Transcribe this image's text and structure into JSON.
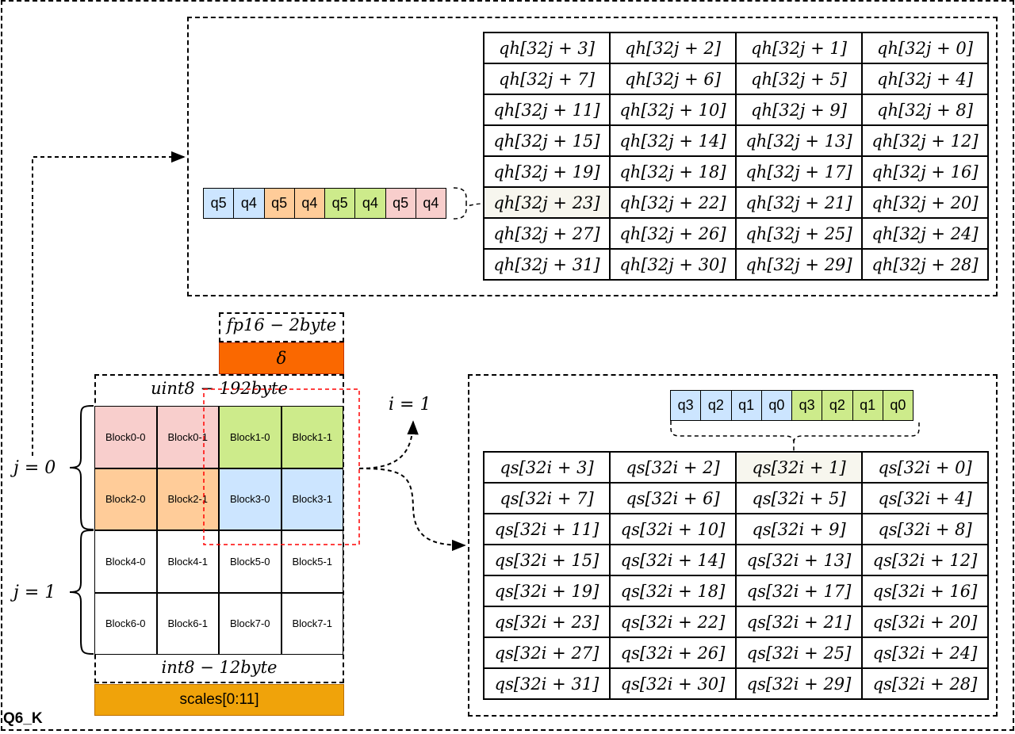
{
  "title": "Q6_K",
  "delta": {
    "type_label": "fp16 − 2byte",
    "symbol": "δ",
    "color": "#fa6800"
  },
  "quants": {
    "type_label": "uint8 − 192byte"
  },
  "scales": {
    "type_label": "int8 − 12byte",
    "label": "scales[0:11]",
    "color": "#f0a30a"
  },
  "j_labels": [
    "j = 0",
    "j = 1"
  ],
  "i_label": "i = 1",
  "blocks": [
    {
      "label": "Block0-0",
      "color": "#f8cecc"
    },
    {
      "label": "Block0-1",
      "color": "#f8cecc"
    },
    {
      "label": "Block1-0",
      "color": "#cdeb8b"
    },
    {
      "label": "Block1-1",
      "color": "#cdeb8b"
    },
    {
      "label": "Block2-0",
      "color": "#ffcc99"
    },
    {
      "label": "Block2-1",
      "color": "#ffcc99"
    },
    {
      "label": "Block3-0",
      "color": "#cce5ff"
    },
    {
      "label": "Block3-1",
      "color": "#cce5ff"
    },
    {
      "label": "Block4-0",
      "color": "#ffffff"
    },
    {
      "label": "Block4-1",
      "color": "#ffffff"
    },
    {
      "label": "Block5-0",
      "color": "#ffffff"
    },
    {
      "label": "Block5-1",
      "color": "#ffffff"
    },
    {
      "label": "Block6-0",
      "color": "#ffffff"
    },
    {
      "label": "Block6-1",
      "color": "#ffffff"
    },
    {
      "label": "Block7-0",
      "color": "#ffffff"
    },
    {
      "label": "Block7-1",
      "color": "#ffffff"
    }
  ],
  "qh_bits": [
    {
      "label": "q5",
      "color": "#cce5ff"
    },
    {
      "label": "q4",
      "color": "#cce5ff"
    },
    {
      "label": "q5",
      "color": "#ffcc99"
    },
    {
      "label": "q4",
      "color": "#ffcc99"
    },
    {
      "label": "q5",
      "color": "#cdeb8b"
    },
    {
      "label": "q4",
      "color": "#cdeb8b"
    },
    {
      "label": "q5",
      "color": "#f8cecc"
    },
    {
      "label": "q4",
      "color": "#f8cecc"
    }
  ],
  "qs_bits": [
    {
      "label": "q3",
      "color": "#cce5ff"
    },
    {
      "label": "q2",
      "color": "#cce5ff"
    },
    {
      "label": "q1",
      "color": "#cce5ff"
    },
    {
      "label": "q0",
      "color": "#cce5ff"
    },
    {
      "label": "q3",
      "color": "#cdeb8b"
    },
    {
      "label": "q2",
      "color": "#cdeb8b"
    },
    {
      "label": "q1",
      "color": "#cdeb8b"
    },
    {
      "label": "q0",
      "color": "#cdeb8b"
    }
  ],
  "qh_table": [
    [
      "qh[32j + 3]",
      "qh[32j + 2]",
      "qh[32j + 1]",
      "qh[32j + 0]"
    ],
    [
      "qh[32j + 7]",
      "qh[32j + 6]",
      "qh[32j + 5]",
      "qh[32j + 4]"
    ],
    [
      "qh[32j + 11]",
      "qh[32j + 10]",
      "qh[32j + 9]",
      "qh[32j + 8]"
    ],
    [
      "qh[32j + 15]",
      "qh[32j + 14]",
      "qh[32j + 13]",
      "qh[32j + 12]"
    ],
    [
      "qh[32j + 19]",
      "qh[32j + 18]",
      "qh[32j + 17]",
      "qh[32j + 16]"
    ],
    [
      "qh[32j + 23]",
      "qh[32j + 22]",
      "qh[32j + 21]",
      "qh[32j + 20]"
    ],
    [
      "qh[32j + 27]",
      "qh[32j + 26]",
      "qh[32j + 25]",
      "qh[32j + 24]"
    ],
    [
      "qh[32j + 31]",
      "qh[32j + 30]",
      "qh[32j + 29]",
      "qh[32j + 28]"
    ]
  ],
  "qs_table": [
    [
      "qs[32i + 3]",
      "qs[32i + 2]",
      "qs[32i + 1]",
      "qs[32i + 0]"
    ],
    [
      "qs[32i + 7]",
      "qs[32i + 6]",
      "qs[32i + 5]",
      "qs[32i + 4]"
    ],
    [
      "qs[32i + 11]",
      "qs[32i + 10]",
      "qs[32i + 9]",
      "qs[32i + 8]"
    ],
    [
      "qs[32i + 15]",
      "qs[32i + 14]",
      "qs[32i + 13]",
      "qs[32i + 12]"
    ],
    [
      "qs[32i + 19]",
      "qs[32i + 18]",
      "qs[32i + 17]",
      "qs[32i + 16]"
    ],
    [
      "qs[32i + 23]",
      "qs[32i + 22]",
      "qs[32i + 21]",
      "qs[32i + 20]"
    ],
    [
      "qs[32i + 27]",
      "qs[32i + 26]",
      "qs[32i + 25]",
      "qs[32i + 24]"
    ],
    [
      "qs[32i + 31]",
      "qs[32i + 30]",
      "qs[32i + 29]",
      "qs[32i + 28]"
    ]
  ]
}
